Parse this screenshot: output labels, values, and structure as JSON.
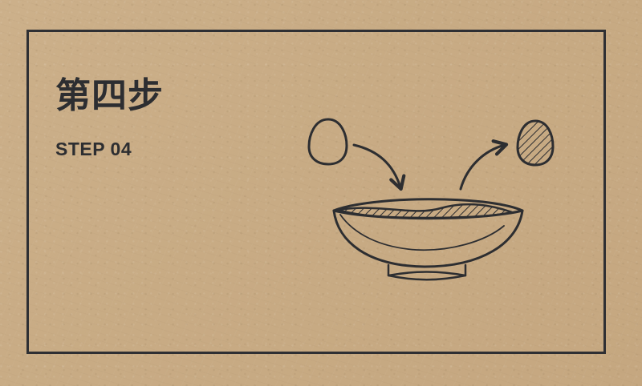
{
  "card": {
    "title_cn": "第四步",
    "step_label": "STEP 04"
  },
  "illustration": {
    "items": [
      "whole-egg",
      "arrow",
      "bowl",
      "arrow",
      "shelled-egg"
    ]
  },
  "colors": {
    "paper": "#c9ad88",
    "ink": "#2d2e31"
  }
}
